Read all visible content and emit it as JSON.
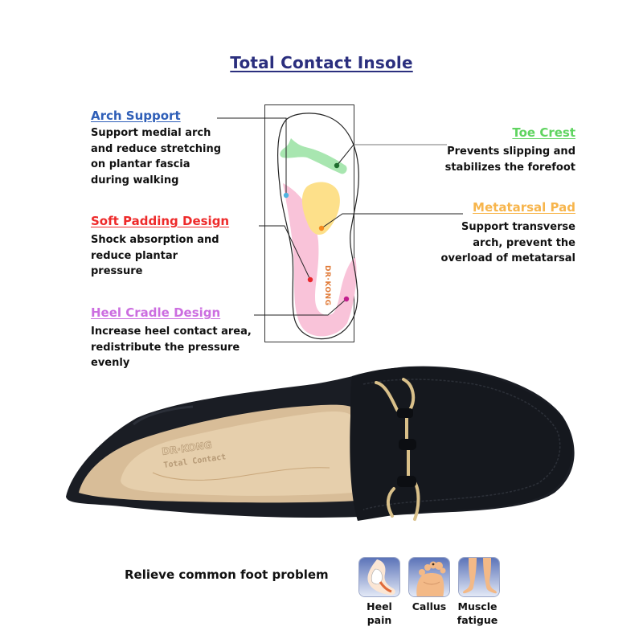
{
  "title": "Total Contact Insole",
  "features": {
    "arch_support": {
      "heading": "Arch Support",
      "color": "#2f5fb8",
      "lines": [
        "Support medial arch",
        "and reduce stretching",
        "on plantar fascia",
        "during walking"
      ],
      "dot_color": "#4fb3e0"
    },
    "soft_padding": {
      "heading": "Soft Padding Design",
      "color": "#ee2a2a",
      "lines": [
        "Shock absorption and",
        "reduce plantar",
        "pressure"
      ],
      "dot_color": "#e8262b"
    },
    "heel_cradle": {
      "heading": "Heel Cradle Design",
      "color": "#cc6ee0",
      "lines": [
        "Increase heel contact area,",
        "redistribute the pressure",
        "evenly"
      ],
      "dot_color": "#c21e8e"
    },
    "toe_crest": {
      "heading": "Toe Crest",
      "color": "#5fd460",
      "lines": [
        "Prevents slipping and",
        "stabilizes the forefoot"
      ],
      "dot_color": "#1e6e2e"
    },
    "metatarsal_pad": {
      "heading": "Metatarsal Pad",
      "color": "#f7b54c",
      "lines": [
        "Support transverse",
        "arch, prevent the",
        "overload of metatarsal"
      ],
      "dot_color": "#f58a1f"
    }
  },
  "insole": {
    "brand_text": "DR·KONG",
    "pad_colors": {
      "toe_crest": "#a8e6b0",
      "metatarsal": "#fde08a",
      "padding": "#f9c3d9"
    }
  },
  "shoe": {
    "insole_brand": "DR·KONG",
    "insole_subtitle": "Total Contact",
    "upper_color": "#1a1d24",
    "lining_color": "#d8bd98",
    "buckle_color": "#d9c08a"
  },
  "relieve": {
    "label": "Relieve common foot problem",
    "items": [
      {
        "icon": "heel-pain-icon",
        "lines": [
          "Heel",
          "pain"
        ]
      },
      {
        "icon": "callus-icon",
        "lines": [
          "Callus"
        ]
      },
      {
        "icon": "muscle-fatigue-icon",
        "lines": [
          "Muscle",
          "fatigue"
        ]
      }
    ]
  }
}
